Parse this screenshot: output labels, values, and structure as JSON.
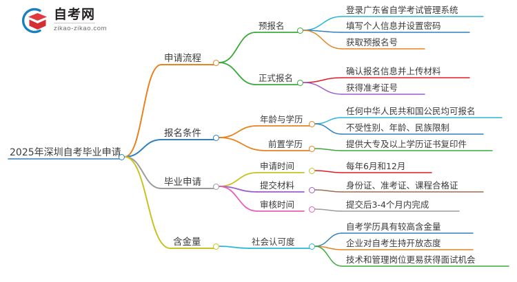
{
  "logo": {
    "title": "自考网",
    "subtitle": "zikao-zikao.com",
    "mark_name": "zikao-logo-icon",
    "arc_color": "#1a7fc1",
    "cap_color": "#e03a3e"
  },
  "colors": {
    "root": "#2f7fc1",
    "orange": "#e8821e",
    "blue": "#2f7fc1",
    "gray": "#9b9b9b",
    "olive": "#c9c21f",
    "green": "#3aa93a",
    "cyan": "#29b6d8",
    "red": "#e01b24",
    "purple": "#9b59d0",
    "brown": "#9c6b4f",
    "pink": "#e85fb5",
    "darkgreen": "#2e9e4f",
    "text": "#3b3b3b"
  },
  "mindmap": {
    "root": {
      "label": "2025年深圳自考毕业申请",
      "color": "#2f7fc1"
    },
    "branches": [
      {
        "label": "申请流程",
        "color": "#e8821e",
        "children": [
          {
            "label": "预报名",
            "color": "#3aa93a",
            "children": [
              {
                "label": "登录广东省自学考试管理系统",
                "color": "#29b6d8"
              },
              {
                "label": "填写个人信息并设置密码",
                "color": "#2f7fc1"
              },
              {
                "label": "获取预报名号",
                "color": "#e8821e"
              }
            ]
          },
          {
            "label": "正式报名",
            "color": "#3aa93a",
            "children": [
              {
                "label": "确认报名信息并上传材料",
                "color": "#e01b24"
              },
              {
                "label": "获得准考证号",
                "color": "#9b59d0"
              }
            ]
          }
        ]
      },
      {
        "label": "报名条件",
        "color": "#2f7fc1",
        "children": [
          {
            "label": "年龄与学历",
            "color": "#e8821e",
            "children": [
              {
                "label": "任何中华人民共和国公民均可报名",
                "color": "#29b6d8"
              },
              {
                "label": "不受性别、年龄、民族限制",
                "color": "#2f7fc1"
              }
            ]
          },
          {
            "label": "前置学历",
            "color": "#e8821e",
            "children": [
              {
                "label": "提供大专及以上学历证书复印件",
                "color": "#3aa93a"
              }
            ]
          }
        ]
      },
      {
        "label": "毕业申请",
        "color": "#9b9b9b",
        "children": [
          {
            "label": "申请时间",
            "color": "#c9c21f",
            "children": [
              {
                "label": "每年6月和12月",
                "color": "#e01b24"
              }
            ]
          },
          {
            "label": "提交材料",
            "color": "#9b59d0",
            "children": [
              {
                "label": "身份证、准考证、课程合格证",
                "color": "#9c6b4f"
              }
            ]
          },
          {
            "label": "审核时间",
            "color": "#e85fb5",
            "children": [
              {
                "label": "提交后3-4个月内完成",
                "color": "#9b9b9b"
              }
            ]
          }
        ]
      },
      {
        "label": "含金量",
        "color": "#c9c21f",
        "children": [
          {
            "label": "社会认可度",
            "color": "#29b6d8",
            "children": [
              {
                "label": "自考学历具有较高含金量",
                "color": "#2f7fc1"
              },
              {
                "label": "企业对自考生持开放态度",
                "color": "#e8821e"
              },
              {
                "label": "技术和管理岗位更易获得面试机会",
                "color": "#3aa93a"
              }
            ]
          }
        ]
      }
    ]
  }
}
